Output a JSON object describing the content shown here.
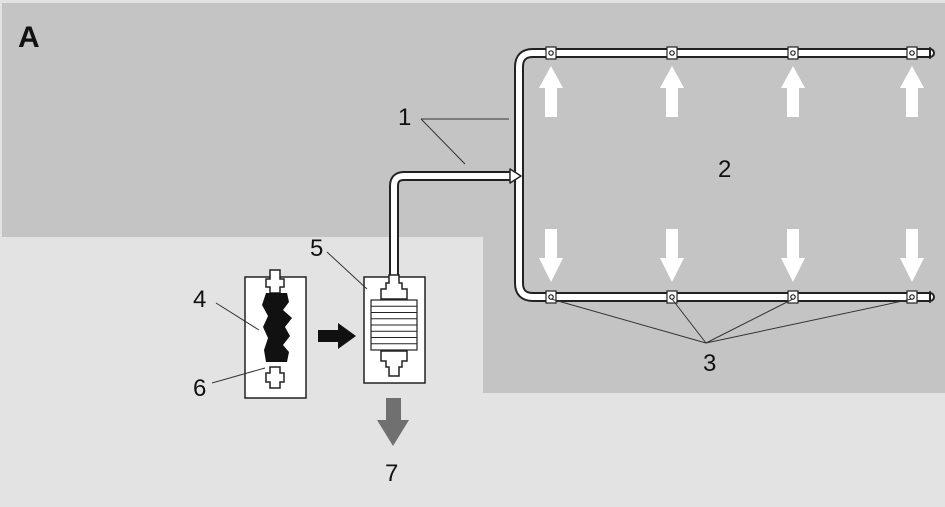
{
  "panel_label": "A",
  "labels": {
    "l1": "1",
    "l2": "2",
    "l3": "3",
    "l4": "4",
    "l5": "5",
    "l6": "6",
    "l7": "7"
  },
  "colors": {
    "dark_zone": "#c4c4c4",
    "light_zone": "#e3e3e3",
    "pipe_fill": "#ffffff",
    "pipe_stroke": "#222222",
    "arrow_white": "#ffffff",
    "arrow_black": "#111111",
    "arrow_gray": "#707070",
    "device_fill": "#ffffff",
    "leader": "#333333"
  }
}
